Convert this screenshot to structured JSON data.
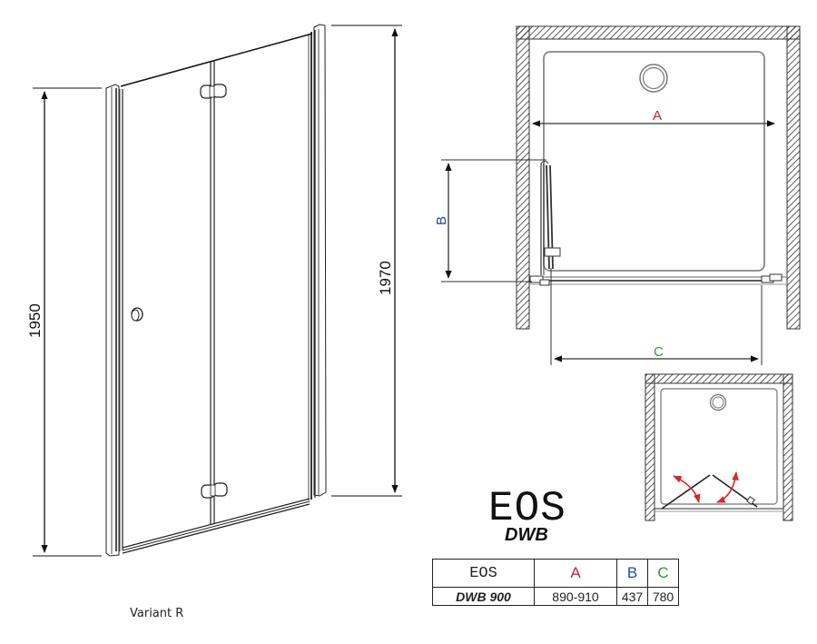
{
  "drawing": {
    "front_view": {
      "left_height": "1950",
      "right_height": "1970",
      "variant_label": "Variant R"
    },
    "plan_view": {
      "dimension_a": "A",
      "dimension_b": "B",
      "dimension_c": "C",
      "colors": {
        "A": "#c0272d",
        "B": "#1f4e9c",
        "C": "#2e9b3a",
        "swing_arrows": "#d9262b"
      }
    },
    "product": {
      "name": "EOS",
      "model": "DWB"
    },
    "spec_table": {
      "headers": [
        "EOS",
        "A",
        "B",
        "C"
      ],
      "rows": [
        {
          "model": "DWB 900",
          "A": "890-910",
          "B": "437",
          "C": "780"
        }
      ]
    }
  }
}
